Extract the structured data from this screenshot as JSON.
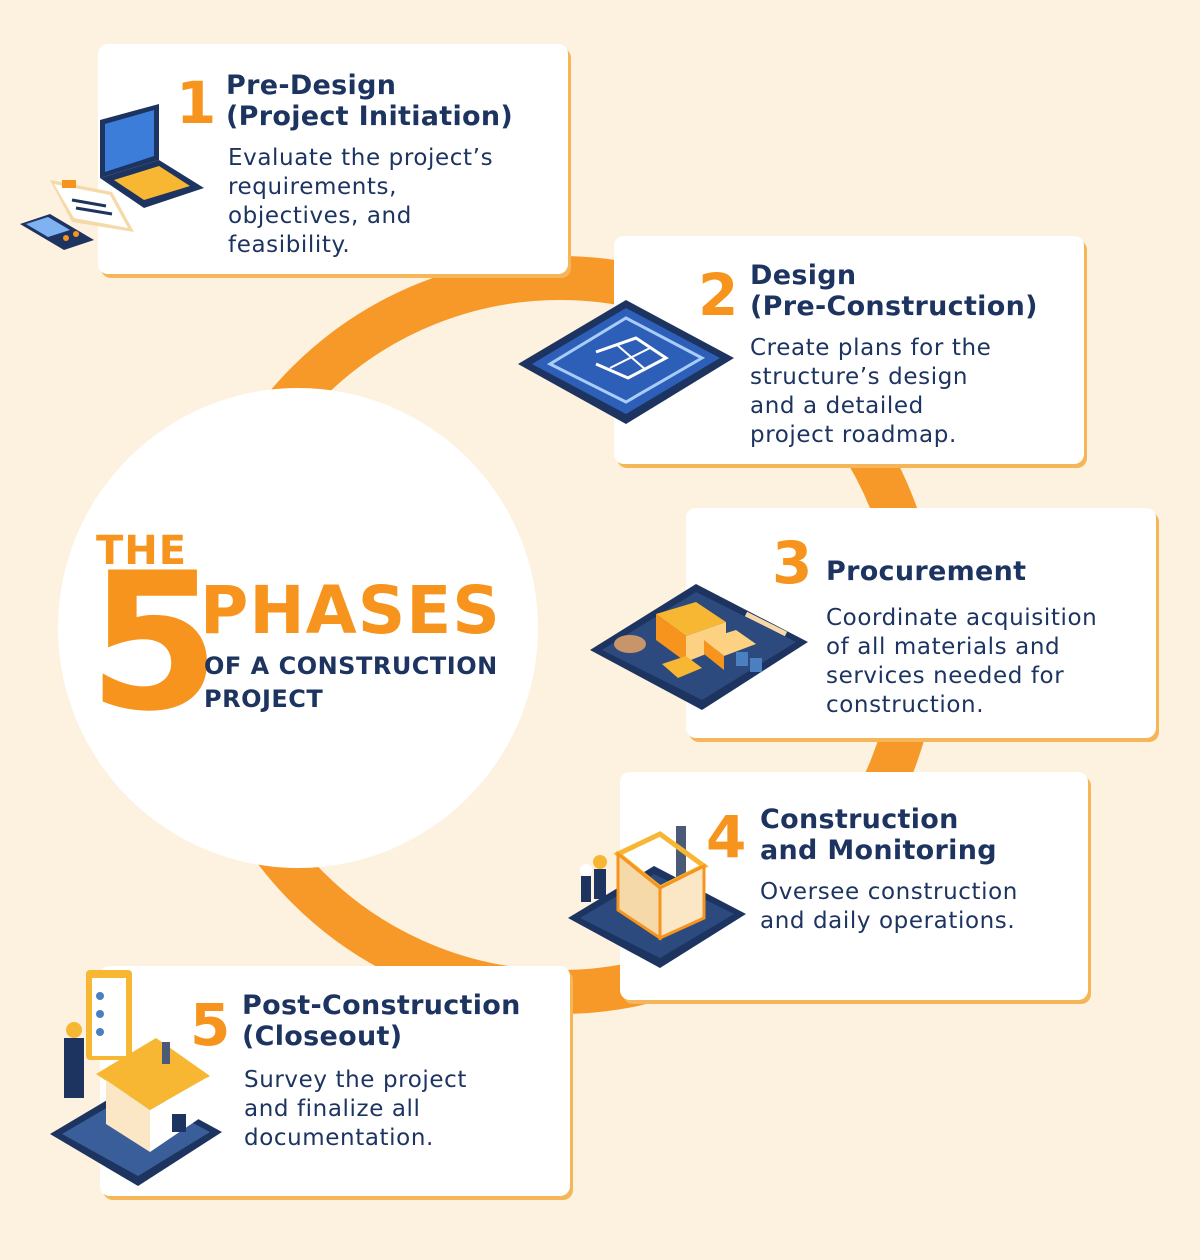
{
  "title": {
    "the": "THE",
    "number": "5",
    "phases": "PHASES",
    "subtitle": "OF A CONSTRUCTION\nPROJECT"
  },
  "colors": {
    "accent": "#f7941d",
    "navy": "#1d3461",
    "background": "#fdf1e0",
    "card": "#ffffff"
  },
  "phases": [
    {
      "number": "1",
      "title": "Pre-Design\n(Project Initiation)",
      "description": "Evaluate the project’s\nrequirements,\nobjectives, and\nfeasibility.",
      "icon": "laptop-checklist-icon"
    },
    {
      "number": "2",
      "title": "Design\n(Pre-Construction)",
      "description": "Create plans for the\nstructure’s design\nand a detailed\nproject roadmap.",
      "icon": "blueprint-icon"
    },
    {
      "number": "3",
      "title": "Procurement",
      "description": "Coordinate acquisition\nof all materials and\nservices needed for\nconstruction.",
      "icon": "building-materials-icon"
    },
    {
      "number": "4",
      "title": "Construction\nand Monitoring",
      "description": "Oversee construction\nand daily operations.",
      "icon": "house-framing-workers-icon"
    },
    {
      "number": "5",
      "title": "Post-Construction\n(Closeout)",
      "description": "Survey the project\nand finalize all\ndocumentation.",
      "icon": "finished-house-inspector-icon"
    }
  ]
}
